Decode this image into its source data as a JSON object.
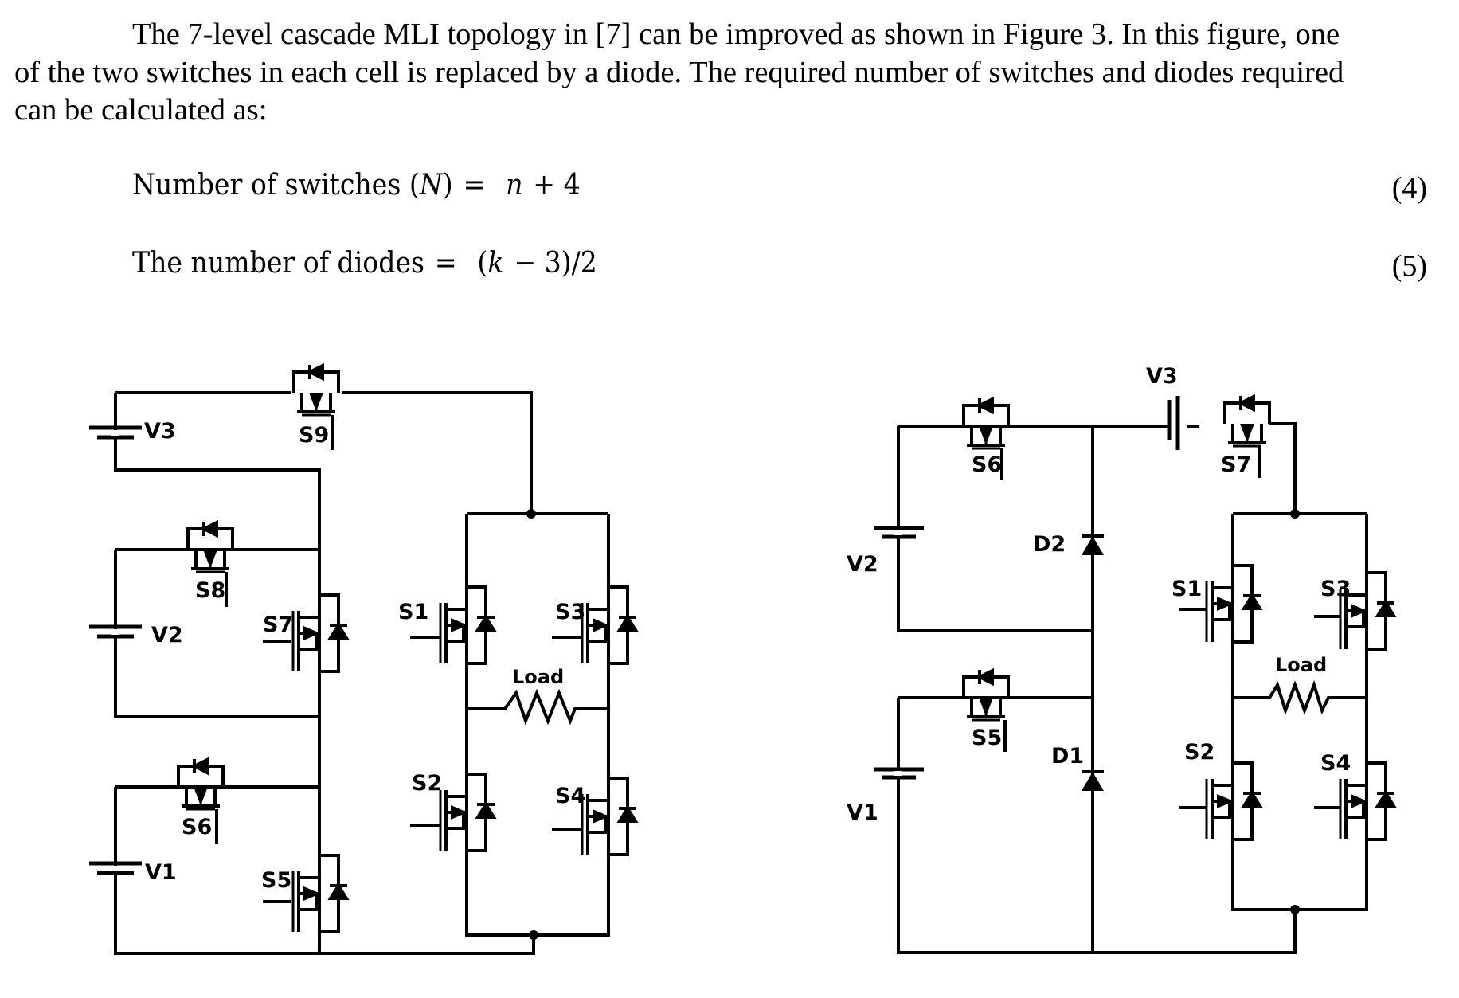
{
  "paragraph": {
    "lines": [
      "The 7-level cascade MLI topology in [7] can be improved as shown in Figure 3. In this figure, one",
      "of the two switches in each cell is replaced by a diode. The required number of switches and diodes required",
      "can be calculated as:"
    ]
  },
  "equations": [
    {
      "lhs": "Number of switches (",
      "lhs_var": "N",
      "lhs_close": ")",
      "op": "=",
      "rhs_var": "n",
      "rhs_rest": "+  4",
      "number": "(4)"
    },
    {
      "lhs": "The number of diodes",
      "op": "=",
      "rhs_open": "(",
      "rhs_var": "k",
      "rhs_rest": "− 3)/2",
      "number": "(5)"
    }
  ],
  "figure": {
    "left_circuit": {
      "sources": [
        "V3",
        "V2",
        "V1"
      ],
      "switches": [
        "S9",
        "S8",
        "S7",
        "S6",
        "S5",
        "S1",
        "S3",
        "S2",
        "S4"
      ],
      "load_label": "Load"
    },
    "right_circuit": {
      "sources": [
        "V3",
        "V2",
        "V1"
      ],
      "switches": [
        "S6",
        "S7",
        "S5",
        "S1",
        "S3",
        "S2",
        "S4"
      ],
      "diodes": [
        "D2",
        "D1"
      ],
      "load_label": "Load"
    }
  }
}
